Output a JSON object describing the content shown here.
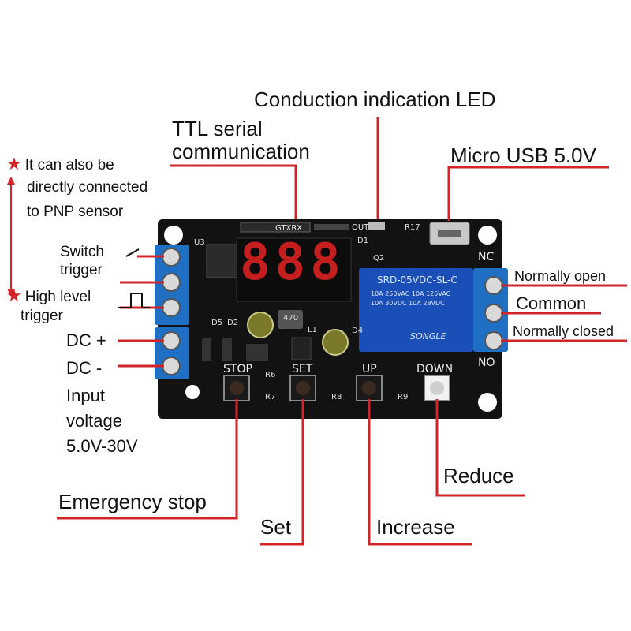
{
  "labels": {
    "led": "Conduction indication LED",
    "ttl_line1": "TTL serial",
    "ttl_line2": "communication",
    "usb": "Micro USB 5.0V",
    "pnp_line1": "It can also be",
    "pnp_line2": "directly connected",
    "pnp_line3": "to PNP sensor",
    "switch_line1": "Switch",
    "switch_line2": "trigger",
    "high_line1": "High level",
    "high_line2": "trigger",
    "dc_plus": "DC +",
    "dc_minus": "DC -",
    "input_line1": "Input",
    "input_line2": "voltage",
    "input_line3": "5.0V-30V",
    "normally_open": "Normally open",
    "common": "Common",
    "normally_closed": "Normally closed",
    "reduce": "Reduce",
    "emergency_stop": "Emergency stop",
    "set": "Set",
    "increase": "Increase"
  },
  "board": {
    "buttons": [
      "STOP",
      "SET",
      "UP",
      "DOWN"
    ],
    "relay_line1": "SRD-05VDC-SL-C",
    "relay_line2": "10A 250VAC  10A 125VAC",
    "relay_line3": "10A 30VDC  10A 28VDC",
    "relay_brand": "SONGLE",
    "nc": "NC",
    "no": "NO",
    "header_gtxrx": "GTXRX",
    "header_out": "OUT",
    "digits": "888",
    "ref_u3": "U3",
    "ref_r6": "R6",
    "ref_r7": "R7",
    "ref_r8": "R8",
    "ref_r9": "R9",
    "ref_d1": "D1",
    "ref_q2": "Q2",
    "ref_r17": "R17",
    "ref_d4": "D4",
    "ref_d5": "D5",
    "ref_d2": "D2",
    "ref_l1": "L1",
    "inductor": "470"
  },
  "colors": {
    "pcb": "#121212",
    "terminal": "#1f6fc4",
    "relay": "#1a4fb8",
    "callout": "#d3242a",
    "display": "#c41e1e"
  }
}
